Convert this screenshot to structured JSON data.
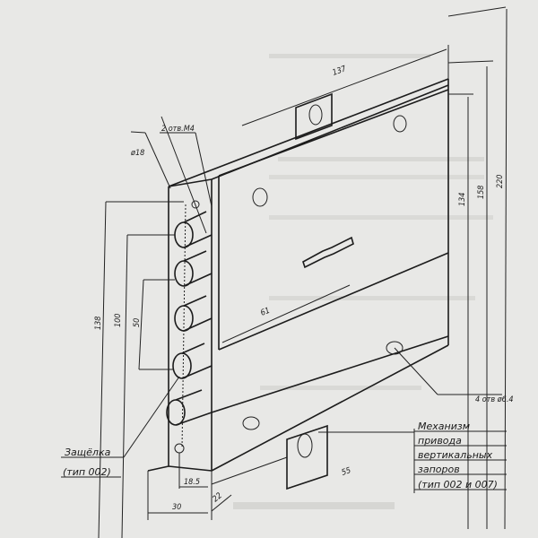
{
  "drawing": {
    "dimensions": {
      "length_top": "137",
      "height_total": "220",
      "height_158": "158",
      "height_134": "134",
      "left_138": "138",
      "left_100": "100",
      "left_50": "50",
      "depth_61": "61",
      "bottom_55": "55",
      "bottom_30": "30",
      "bottom_18_5": "18.5",
      "bottom_22": "22"
    },
    "callouts": {
      "holes_m4": "2 отв.М4",
      "diameter_18": "ø18",
      "holes_6_4": "4 отв ø6.4"
    },
    "latch_label": [
      "Защёлка",
      "(тип 002)"
    ],
    "mechanism_label": [
      "Механизм",
      "привода",
      "вертикальных",
      "запоров",
      "(тип 002 и 007)"
    ]
  }
}
